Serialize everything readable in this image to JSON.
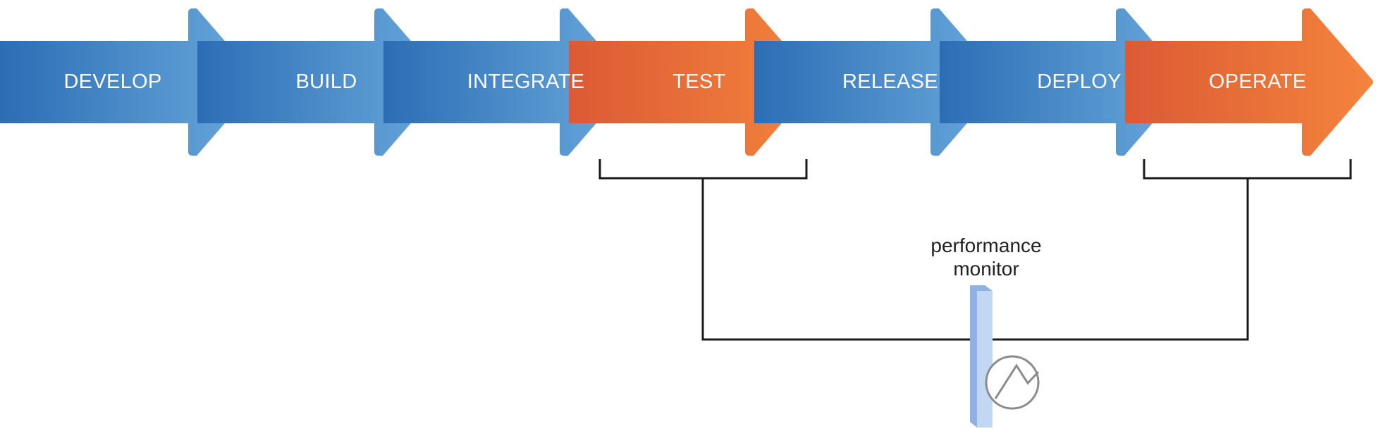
{
  "stages": [
    {
      "label": "DEVELOP",
      "kind": "blue"
    },
    {
      "label": "BUILD",
      "kind": "blue"
    },
    {
      "label": "INTEGRATE",
      "kind": "blue"
    },
    {
      "label": "TEST",
      "kind": "orange"
    },
    {
      "label": "RELEASE",
      "kind": "blue"
    },
    {
      "label": "DEPLOY",
      "kind": "blue"
    },
    {
      "label": "OPERATE",
      "kind": "orange"
    }
  ],
  "colors": {
    "blue_dark": "#2c6db5",
    "blue_light": "#6aa9dc",
    "orange_dark": "#dc5a35",
    "orange_light": "#f4843c",
    "connector": "#1a1a1a",
    "monitor_front": "#c2d8f2",
    "monitor_side": "#8fb2e2",
    "monitor_icon": "#8a8a8a"
  },
  "monitor": {
    "label_line1": "performance",
    "label_line2": "monitor",
    "icon": "chart-gauge-icon"
  }
}
